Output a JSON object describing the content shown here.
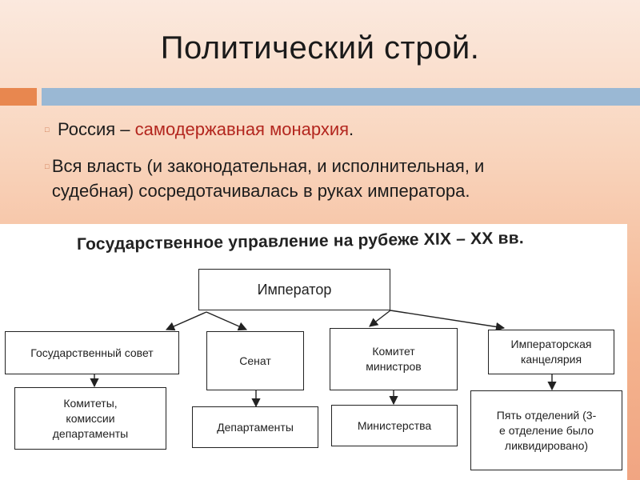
{
  "slide": {
    "title": "Политический строй.",
    "bullets": [
      {
        "prefix": "Россия – ",
        "accent": "самодержавная монархия",
        "suffix": "."
      },
      {
        "text": "Вся власть (и законодательная, и исполнительная, и судебная) сосредотачивалась в руках императора."
      }
    ],
    "colors": {
      "accent_bar": "#e8874f",
      "secondary_bar": "#9ab8d4",
      "accent_text": "#b3261e"
    }
  },
  "diagram": {
    "title": "Государственное управление на рубеже XIX – XX вв.",
    "nodes": {
      "emperor": "Император",
      "state_council": "Государственный совет",
      "senate": "Сенат",
      "committee_ministers": "Комитет министров",
      "chancellery": "Императорская канцелярия",
      "committees": "Комитеты, комиссии департаменты",
      "departments": "Департаменты",
      "ministries": "Министерства",
      "five_departments": "Пять отделений (3-е отделение было ликвидировано)"
    },
    "edges": [
      [
        "emperor",
        "state_council"
      ],
      [
        "emperor",
        "senate"
      ],
      [
        "emperor",
        "committee_ministers"
      ],
      [
        "emperor",
        "chancellery"
      ],
      [
        "state_council",
        "committees"
      ],
      [
        "senate",
        "departments"
      ],
      [
        "committee_ministers",
        "ministries"
      ],
      [
        "chancellery",
        "five_departments"
      ]
    ]
  }
}
